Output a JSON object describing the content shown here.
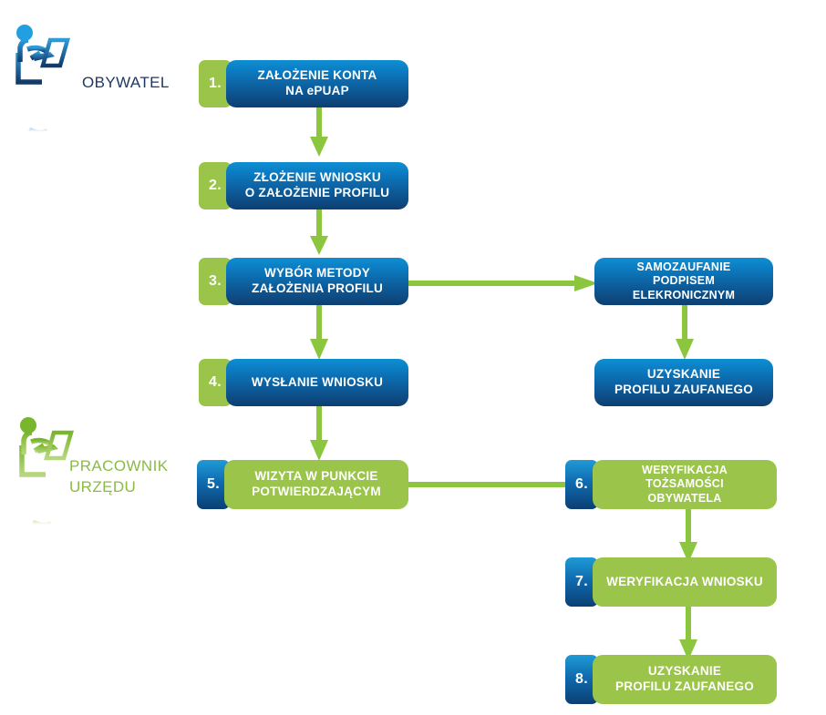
{
  "diagram": {
    "title_text": "",
    "colors": {
      "green": "#9ac44a",
      "arrow_green": "#8cc63f",
      "blue_light": "#0e8fd2",
      "blue_dark": "#0d3f72",
      "citizen_label": "#1f3864",
      "clerk_label": "#8cba46",
      "background": "#ffffff"
    }
  },
  "actors": [
    {
      "id": "citizen",
      "label": "OBYWATEL",
      "icon": "person-at-desk-with-laptop-icon",
      "color_theme": "blue"
    },
    {
      "id": "clerk",
      "label": "PRACOWNIK\nURZĘDU",
      "icon": "person-at-desk-with-laptop-icon",
      "color_theme": "green"
    }
  ],
  "nodes": [
    {
      "id": "n1",
      "number": "1.",
      "text": "ZAŁOŻENIE KONTA\nNA ePUAP",
      "badge_style": "green",
      "box_style": "blue",
      "column": "left"
    },
    {
      "id": "n2",
      "number": "2.",
      "text": "ZŁOŻENIE WNIOSKU\nO ZAŁOŻENIE PROFILU",
      "badge_style": "green",
      "box_style": "blue",
      "column": "left"
    },
    {
      "id": "n3",
      "number": "3.",
      "text": "WYBÓR METODY\nZAŁOŻENIA PROFILU",
      "badge_style": "green",
      "box_style": "blue",
      "column": "left"
    },
    {
      "id": "n4",
      "number": "4.",
      "text": "WYSŁANIE WNIOSKU",
      "badge_style": "green",
      "box_style": "blue",
      "column": "left"
    },
    {
      "id": "n5",
      "number": "5.",
      "text": "WIZYTA W PUNKCIE\nPOTWIERDZAJĄCYM",
      "badge_style": "blue",
      "box_style": "green",
      "column": "left"
    },
    {
      "id": "r1",
      "number": "",
      "text": "SAMOZAUFANIE\nPODPISEM ELEKRONICZNYM",
      "badge_style": "none",
      "box_style": "blue",
      "column": "right"
    },
    {
      "id": "r2",
      "number": "",
      "text": "UZYSKANIE\nPROFILU ZAUFANEGO",
      "badge_style": "none",
      "box_style": "blue",
      "column": "right"
    },
    {
      "id": "n6",
      "number": "6.",
      "text": "WERYFIKACJA TOŻSAMOŚCI\nOBYWATELA",
      "badge_style": "blue",
      "box_style": "green",
      "column": "right"
    },
    {
      "id": "n7",
      "number": "7.",
      "text": "WERYFIKACJA WNIOSKU",
      "badge_style": "blue",
      "box_style": "green",
      "column": "right"
    },
    {
      "id": "n8",
      "number": "8.",
      "text": "UZYSKANIE\nPROFILU ZAUFANEGO",
      "badge_style": "blue",
      "box_style": "green",
      "column": "right"
    }
  ],
  "connectors": [
    {
      "id": "c1",
      "from": "n1",
      "to": "n2",
      "direction": "down"
    },
    {
      "id": "c2",
      "from": "n2",
      "to": "n3",
      "direction": "down"
    },
    {
      "id": "c3",
      "from": "n3",
      "to": "n4",
      "direction": "down"
    },
    {
      "id": "c4",
      "from": "n3",
      "to": "r1",
      "direction": "right"
    },
    {
      "id": "c5",
      "from": "r1",
      "to": "r2",
      "direction": "down"
    },
    {
      "id": "c6",
      "from": "n4",
      "to": "n5",
      "direction": "down"
    },
    {
      "id": "c7",
      "from": "n5",
      "to": "n6",
      "direction": "right"
    },
    {
      "id": "c8",
      "from": "n6",
      "to": "n7",
      "direction": "down"
    },
    {
      "id": "c9",
      "from": "n7",
      "to": "n8",
      "direction": "down"
    }
  ]
}
